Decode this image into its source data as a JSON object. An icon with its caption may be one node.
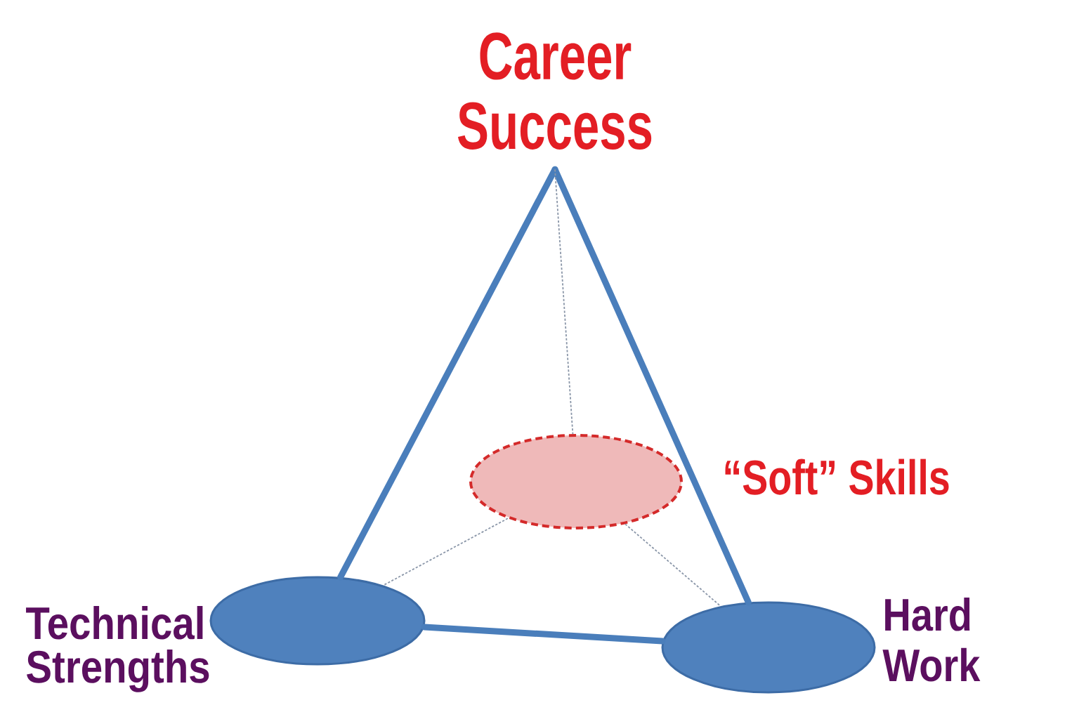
{
  "diagram": {
    "nodes": [
      {
        "text": [
          "Career Success"
        ]
      },
      {
        "text": [
          "“Soft” Skills"
        ]
      },
      {
        "text": [
          "Technical Strengths"
        ]
      },
      {
        "text": [
          "Hard Work"
        ]
      }
    ],
    "edges": [
      {
        "from": 0,
        "to": 2,
        "arrow": "none",
        "style": "thick"
      },
      {
        "from": 0,
        "to": 3,
        "arrow": "none",
        "style": "thick"
      },
      {
        "from": 2,
        "to": 3,
        "arrow": "none",
        "style": "thick"
      },
      {
        "from": 0,
        "to": 1,
        "arrow": "none",
        "style": "dashed",
        "color": "#8a96a8"
      },
      {
        "from": 1,
        "to": 2,
        "arrow": "none",
        "style": "dashed",
        "color": "#8a96a8"
      },
      {
        "from": 1,
        "to": 3,
        "arrow": "none",
        "style": "dashed",
        "color": "#8a96a8"
      }
    ]
  }
}
